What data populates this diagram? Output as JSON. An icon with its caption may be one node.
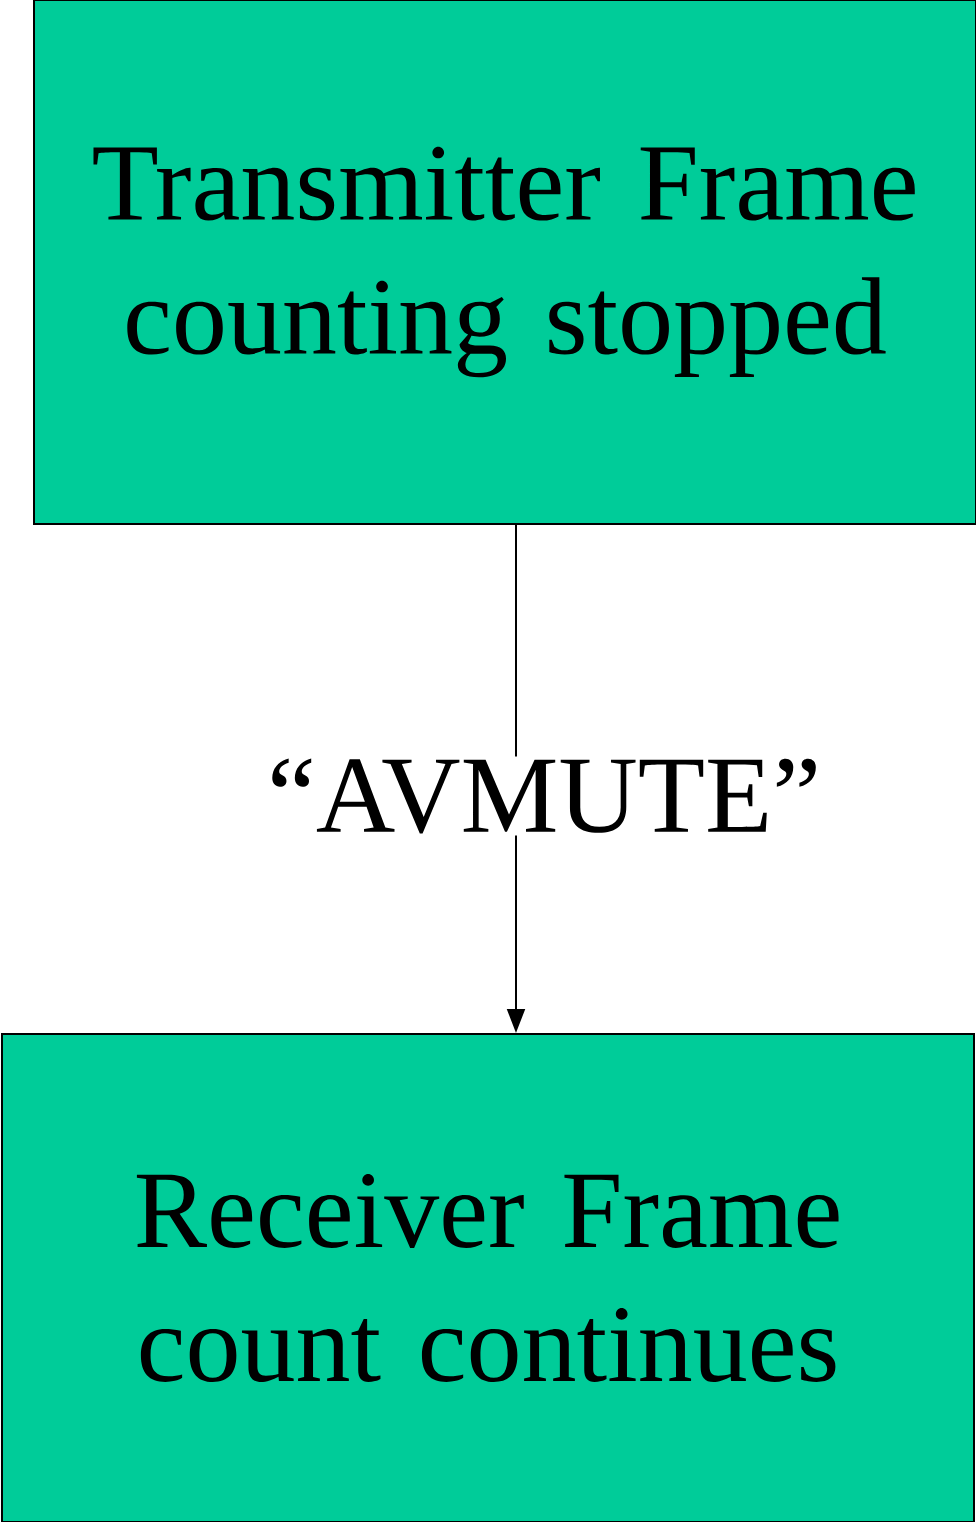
{
  "diagram": {
    "nodes": [
      {
        "text": [
          "Transmitter Frame counting stopped"
        ]
      },
      {
        "text": [
          "Receiver Frame count continues"
        ]
      }
    ],
    "edges": [
      {
        "from": 0,
        "to": 1,
        "arrow": "to",
        "label": "“AVMUTE”"
      }
    ]
  }
}
